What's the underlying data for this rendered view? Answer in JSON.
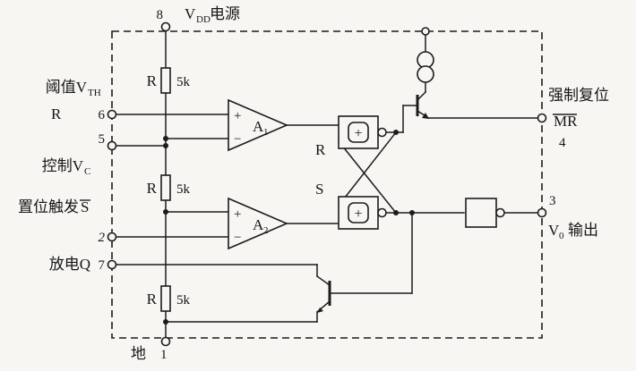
{
  "colors": {
    "ink": "#1c1c1c",
    "paper": "#f7f6f3"
  },
  "pins": {
    "vdd": {
      "num": "8",
      "name_base": "V",
      "name_sub": "DD",
      "name_rest": "电源"
    },
    "threshold": {
      "num": "6",
      "line1_base": "阈值V",
      "line1_sub": "TH",
      "line2": "R"
    },
    "control": {
      "num": "5",
      "name_base": "控制V",
      "name_sub": "C"
    },
    "trigger": {
      "num": "2",
      "name_base": "置位触发",
      "name_overline": "S"
    },
    "discharge": {
      "num": "7",
      "name": "放电Q"
    },
    "reset": {
      "num": "4",
      "name_line1": "强制复位",
      "name_overline": "MR"
    },
    "output": {
      "num": "3",
      "name_base": "V",
      "name_sub": "0",
      "name_rest": "输出"
    },
    "ground": {
      "num": "1",
      "name": "地"
    }
  },
  "resistors": [
    {
      "name": "R",
      "value": "5k"
    },
    {
      "name": "R",
      "value": "5k"
    },
    {
      "name": "R",
      "value": "5k"
    }
  ],
  "comparators": [
    {
      "plus": "+",
      "minus": "−",
      "name_base": "A",
      "name_sub": "1"
    },
    {
      "plus": "+",
      "minus": "−",
      "name_base": "A",
      "name_sub": "2"
    }
  ],
  "latch": {
    "r_input": "R",
    "s_input": "S",
    "gate1_symbol": "+",
    "gate2_symbol": "+"
  }
}
